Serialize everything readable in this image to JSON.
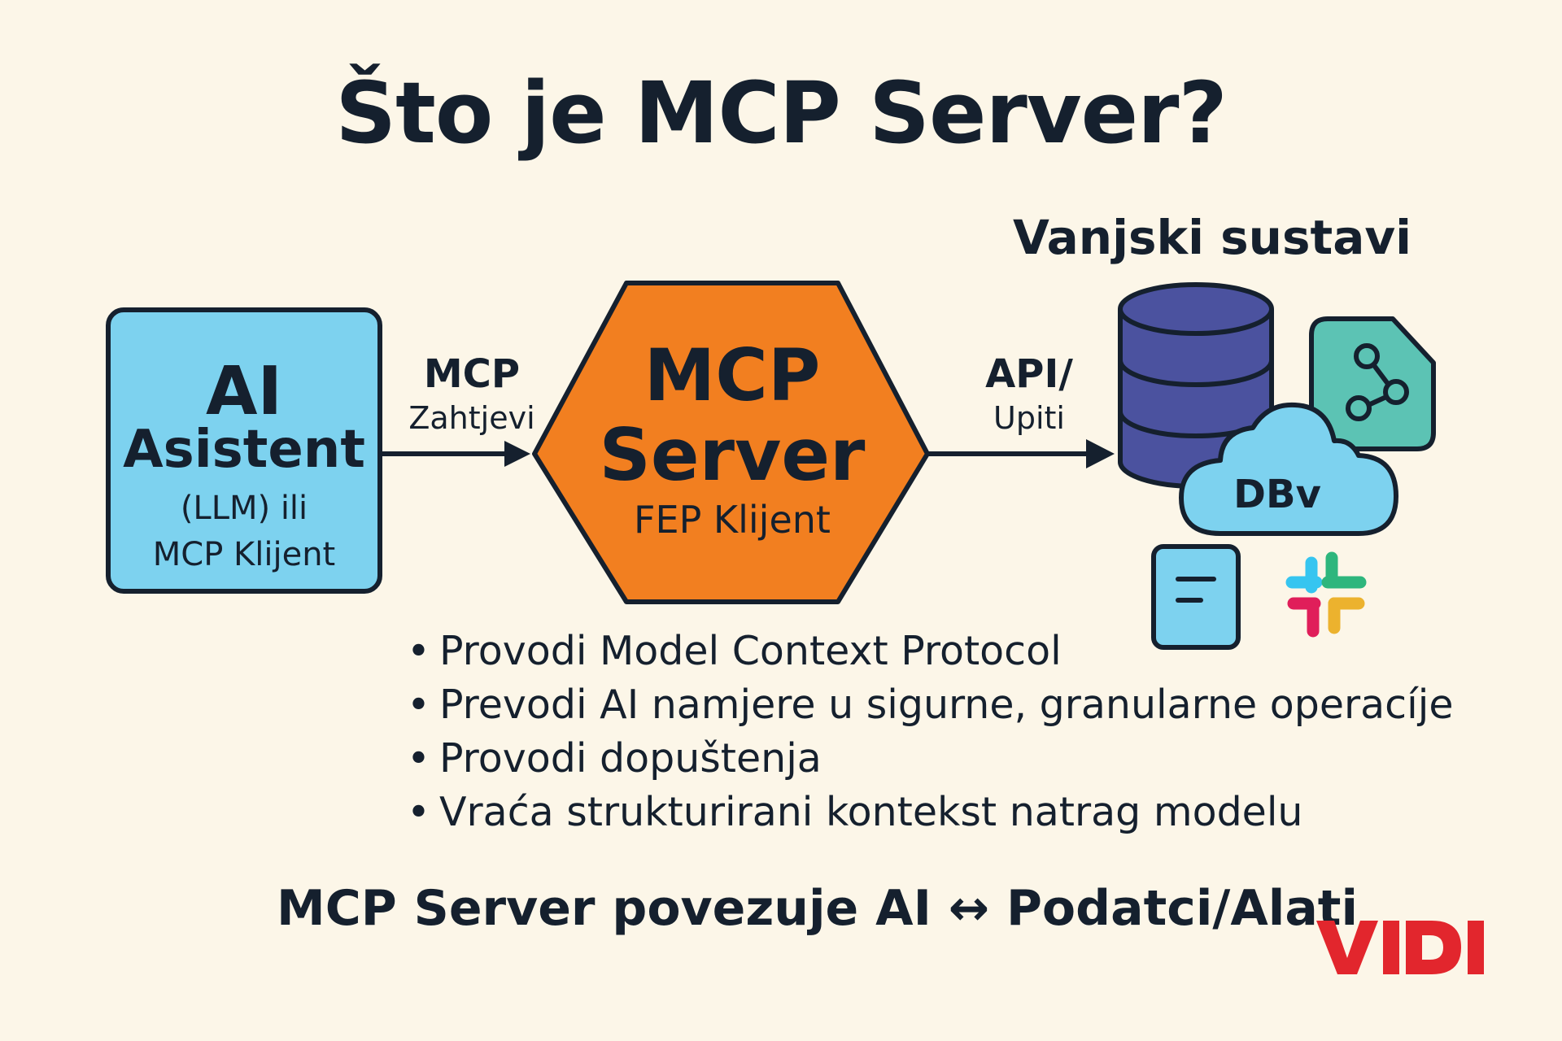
{
  "title": "Što je MCP Server?",
  "external": {
    "title": "Vanjski sustavi",
    "cloud_label": "DBv"
  },
  "ai_box": {
    "line1": "AI",
    "line2": "Asistent",
    "line3": "(LLM) ili",
    "line4": "MCP Klijent"
  },
  "edges": {
    "left_top": "MCP",
    "left_bottom": "Zahtjevi",
    "right_top": "API/",
    "right_bottom": "Upiti"
  },
  "server": {
    "line1": "MCP",
    "line2": "Server",
    "line3": "FEP Klijent"
  },
  "bullets": [
    "Provodi Model Context Protocol",
    "Prevodi AI namjere u sigurne, granularne operacíje",
    "Provodi dopuštenja",
    "Vraća strukturirani kontekst natrag modelu"
  ],
  "tagline": "MCP Server povezuje AI ↔ Podatci/Alati",
  "logo": "VIDI",
  "colors": {
    "background": "#fcf6e8",
    "ai_box": "#7dd2ef",
    "server": "#f27f20",
    "database": "#4b529f",
    "graph_doc": "#5cc3b4",
    "cloud": "#7dd2ef",
    "logo": "#e2262d",
    "outline": "#15202e"
  },
  "icons": [
    "database-icon",
    "share-graph-icon",
    "cloud-icon",
    "document-icon",
    "slack-icon"
  ]
}
